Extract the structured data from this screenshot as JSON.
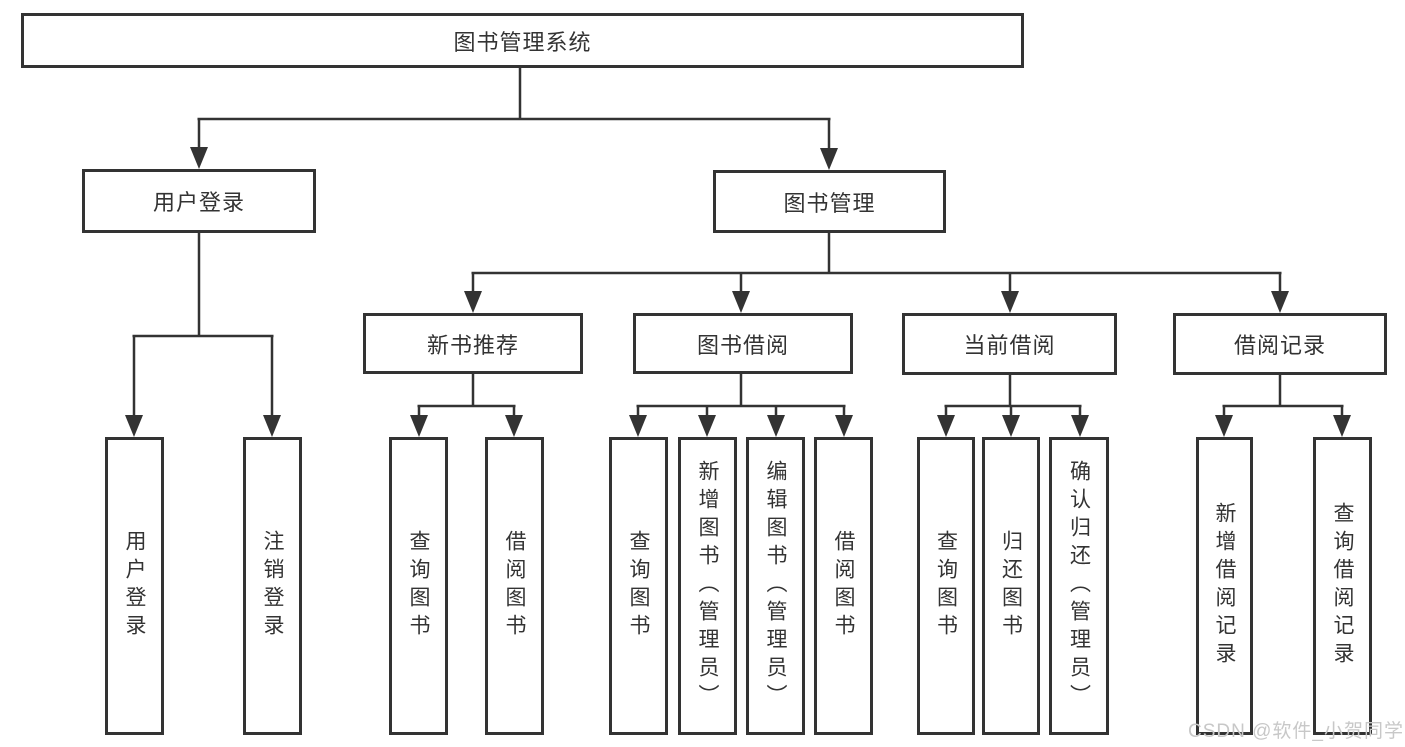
{
  "diagram": {
    "type": "hierarchy-tree",
    "colors": {
      "line": "#333333",
      "box_border": "#333333",
      "text": "#333333",
      "background": "#ffffff",
      "watermark_text_color": "#c8c8c8"
    },
    "tree": {
      "label": "图书管理系统",
      "children": [
        {
          "label": "用户登录",
          "children": [
            {
              "label": "用户登录"
            },
            {
              "label": "注销登录"
            }
          ]
        },
        {
          "label": "图书管理",
          "children": [
            {
              "label": "新书推荐",
              "children": [
                {
                  "label": "查询图书"
                },
                {
                  "label": "借阅图书"
                }
              ]
            },
            {
              "label": "图书借阅",
              "children": [
                {
                  "label": "查询图书"
                },
                {
                  "label": "新增图书（管理员）"
                },
                {
                  "label": "编辑图书（管理员）"
                },
                {
                  "label": "借阅图书"
                }
              ]
            },
            {
              "label": "当前借阅",
              "children": [
                {
                  "label": "查询图书"
                },
                {
                  "label": "归还图书"
                },
                {
                  "label": "确认归还（管理员）"
                }
              ]
            },
            {
              "label": "借阅记录",
              "children": [
                {
                  "label": "新增借阅记录"
                },
                {
                  "label": "查询借阅记录"
                }
              ]
            }
          ]
        }
      ]
    },
    "watermark": "CSDN @软件_小贺同学"
  }
}
